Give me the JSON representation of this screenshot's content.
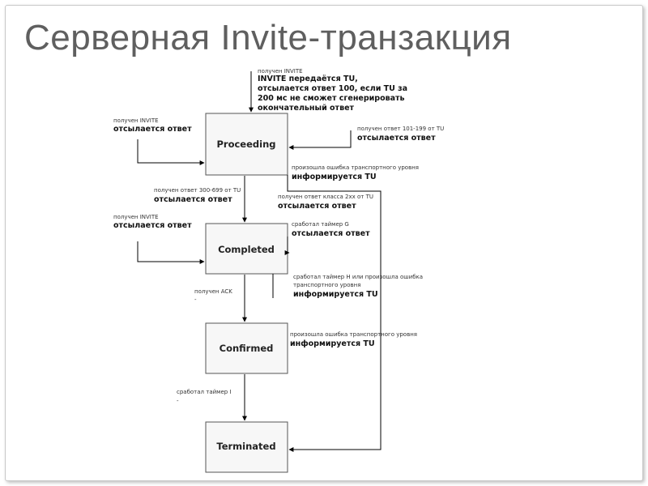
{
  "slide": {
    "title": "Серверная Invite-транзакция"
  },
  "states": {
    "proceeding": "Proceeding",
    "completed": "Completed",
    "confirmed": "Confirmed",
    "terminated": "Terminated"
  },
  "labels": {
    "entry_small": "получен INVITE",
    "entry_l1": "INVITE передаётся TU,",
    "entry_l2": "отсылается ответ 100, если TU за",
    "entry_l3": "200 мс не сможет сгенерировать",
    "entry_l4": "окончательный ответ",
    "proc_left_small": "получен INVITE",
    "proc_left_big": "отсылается ответ",
    "proc_right_small": "получен ответ 101-199 от TU",
    "proc_right_big": "отсылается ответ",
    "proc_err_small": "произошла ошибка транспортного уровня",
    "proc_err_big": "информируется TU",
    "proc_2xx_small": "получен ответ класса 2хх от TU",
    "proc_2xx_big": "отсылается ответ",
    "proc_to_comp_small": "получен ответ 300-699 от TU",
    "proc_to_comp_big": "отсылается ответ",
    "comp_left_small": "получен INVITE",
    "comp_left_big": "отсылается ответ",
    "comp_timer_g_small": "сработал таймер G",
    "comp_timer_g_big": "отсылается ответ",
    "comp_timer_h_small1": "сработал таймер H или произошла ошибка",
    "comp_timer_h_small2": "транспортного уровня",
    "comp_timer_h_big": "информируется TU",
    "comp_ack_small": "получен ACK",
    "comp_ack_dash": "-",
    "conf_err_small": "произошла ошибка транспортного уровня",
    "conf_err_big": "информируется TU",
    "conf_timer_i_small": "сработал таймер I",
    "conf_timer_i_dash": "-"
  }
}
